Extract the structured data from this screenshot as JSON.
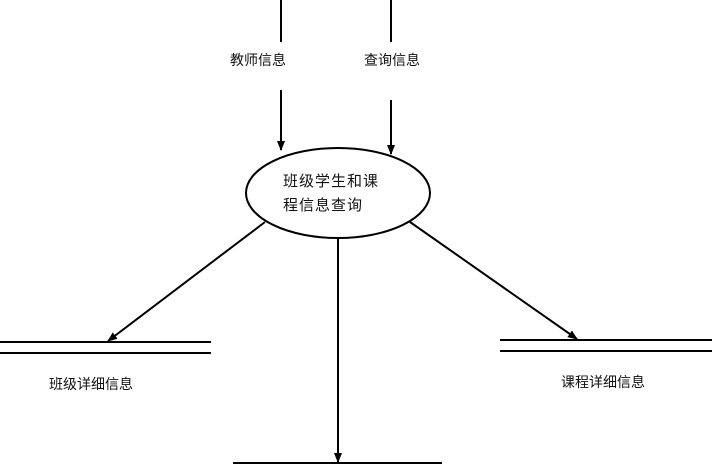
{
  "flows": {
    "teacher_info": "教师信息",
    "query_info": "查询信息"
  },
  "process": {
    "line1": "班级学生和课",
    "line2": "程信息查询"
  },
  "stores": {
    "class_detail": "班级详细信息",
    "course_detail": "课程详细信息"
  }
}
